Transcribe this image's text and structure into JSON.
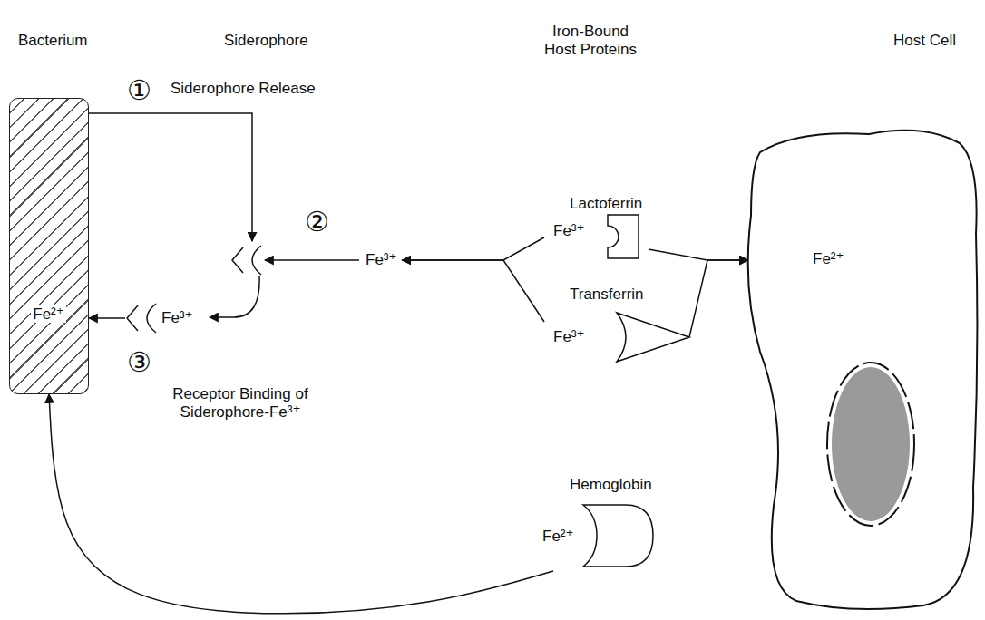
{
  "diagram": {
    "nodes": [
      {
        "text": [
          "Fe²⁺"
        ]
      },
      {
        "text": [
          "Fe³⁺"
        ]
      },
      {
        "text": [
          "Fe³⁺"
        ]
      },
      {
        "text": [
          "Lactoferrin",
          "Fe³⁺"
        ]
      },
      {
        "text": [
          "Transferrin",
          "Fe³⁺"
        ]
      },
      {
        "text": [
          "Hemoglobin",
          "Fe²⁺"
        ]
      },
      {
        "text": [
          "Fe²⁺"
        ]
      }
    ],
    "edges": [
      {
        "from": 3,
        "to": 2,
        "arrow": "to"
      },
      {
        "from": 4,
        "to": 2,
        "arrow": "to"
      },
      {
        "from": 3,
        "to": 6,
        "arrow": "to"
      },
      {
        "from": 4,
        "to": 6,
        "arrow": "to"
      },
      {
        "from": 1,
        "to": 0,
        "arrow": "to"
      },
      {
        "from": 5,
        "to": 0,
        "arrow": "to"
      }
    ],
    "labels": [
      "Bacterium",
      "Siderophore",
      "Iron-Bound Host Proteins",
      "Host Cell",
      "①",
      "Siderophore Release",
      "②",
      "③",
      "Receptor Binding of Siderophore-Fe³⁺"
    ]
  }
}
